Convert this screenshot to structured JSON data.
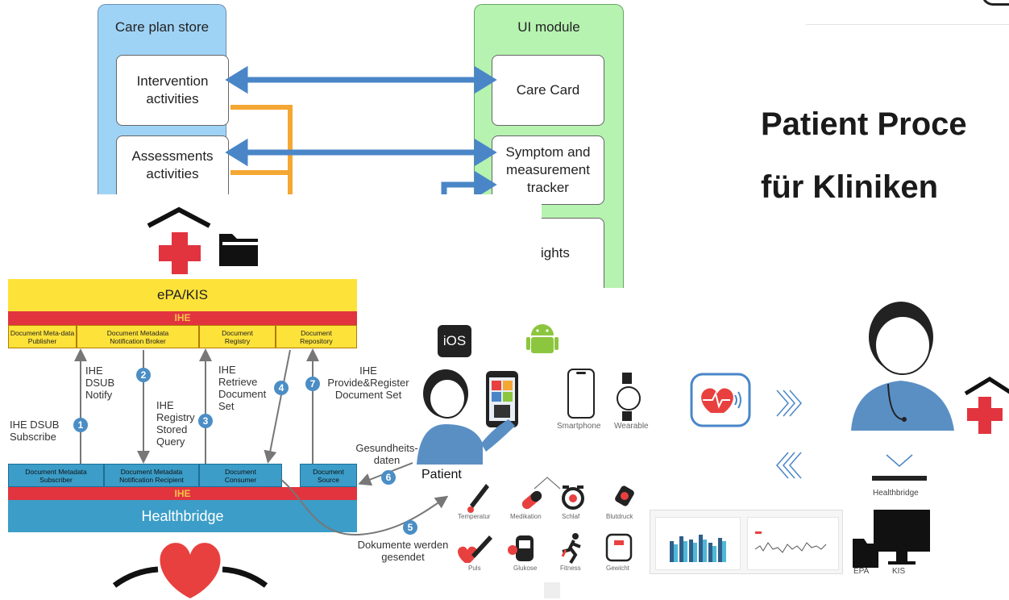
{
  "careplan": {
    "store_title": "Care plan store",
    "ui_title": "UI module",
    "intervention": "Intervention activities",
    "assessments": "Assessments activities",
    "care_card": "Care Card",
    "symptom": "Symptom and measurement tracker",
    "insights_partial": "ights"
  },
  "slide_title": {
    "line1": "Patient Proce",
    "line2": "für Kliniken"
  },
  "ihe_diagram": {
    "epa_title": "ePA/KIS",
    "ihe_band": "IHE",
    "top_cells": [
      "Document Meta-data Publisher",
      "Document Metadata Notification Broker",
      "Document Registry",
      "Document Repository"
    ],
    "bottom_cells": [
      "Document Metadata Subscriber",
      "Document Metadata Notification Recipient",
      "Document Consumer",
      "Document Source"
    ],
    "healthbridge_band": "IHE",
    "healthbridge_title": "Healthbridge",
    "labels": {
      "subscribe": "IHE DSUB Subscribe",
      "notify": "IHE DSUB Notify",
      "stored_query": "IHE Registry Stored Query",
      "retrieve": "IHE Retrieve Document Set",
      "provide": "IHE Provide&Register Document Set",
      "gesundheitsdaten": "Gesundheits-daten",
      "dokumente": "Dokumente werden gesendet"
    },
    "steps": [
      "1",
      "2",
      "3",
      "4",
      "5",
      "6",
      "7"
    ]
  },
  "patient_flow": {
    "ios_label": "iOS",
    "patient_label": "Patient",
    "smartphone": "Smartphone",
    "wearable": "Wearable",
    "categories": [
      "Temperatur",
      "Medikation",
      "Schlaf",
      "Blutdruck",
      "Puls",
      "Glukose",
      "Fitness",
      "Gewicht"
    ],
    "healthbridge_small": "Healthbridge",
    "epa": "EPA",
    "kis": "KIS"
  },
  "colors": {
    "store_panel": "#9fd3f5",
    "ui_panel": "#b6f2b0",
    "blue_arrow": "#4a86c7",
    "orange_line": "#f4a733",
    "ihe_yellow": "#fde23a",
    "ihe_red": "#e1343f",
    "healthbridge_blue": "#3b9dc8",
    "heart_red": "#e8403f"
  }
}
